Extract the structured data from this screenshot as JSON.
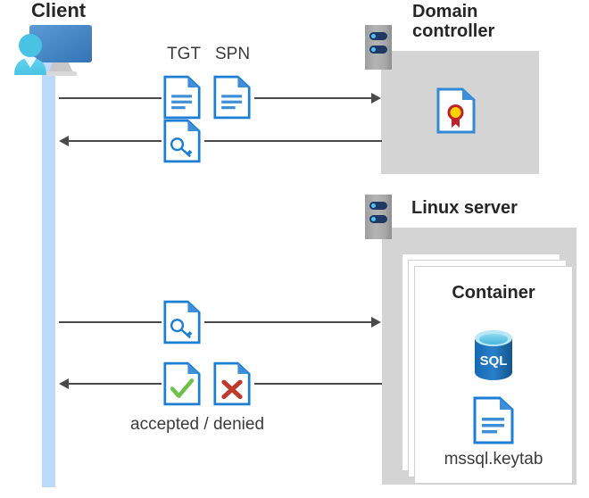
{
  "diagram": {
    "title": "Kerberos authentication flow between Client, Domain controller and Linux server container",
    "colors": {
      "lifeline": "#bcdafb",
      "host_box": "#d4d4d4",
      "doc_border": "#1c7fd4",
      "doc_fold": "#3f8fd8",
      "arrow": "#4a4a4a",
      "server_bar": "#203864",
      "server_dot": "#4fc3f7",
      "sql_blue": "#1f6fb5",
      "check_green": "#70c14c",
      "cross_red": "#c0392b",
      "seal_red": "#c0202a",
      "seal_yellow": "#ffd200",
      "title_text": "#262626",
      "label_text": "#3b3b3b"
    }
  },
  "client": {
    "title": "Client",
    "icon": "client-workstation-icon",
    "lifeline": "client-lifeline"
  },
  "domain_controller": {
    "title": "Domain controller",
    "server_icon": "server-rack-icon",
    "certificate_icon": "certificate-document-icon"
  },
  "linux_server": {
    "title": "Linux server",
    "server_icon": "server-rack-icon",
    "container": {
      "title": "Container",
      "database_icon": "sql-database-icon",
      "database_label": "SQL",
      "keytab_icon": "document-lines-icon",
      "keytab_label": "mssql.keytab",
      "stack_count": 3
    }
  },
  "messages": [
    {
      "id": "msg-1",
      "direction": "right",
      "from": "client",
      "to": "domain-controller",
      "labels": [
        "TGT",
        "SPN"
      ],
      "icons": [
        "document-lines-icon",
        "document-lines-icon"
      ]
    },
    {
      "id": "msg-2",
      "direction": "left",
      "from": "domain-controller",
      "to": "client",
      "labels": [],
      "icons": [
        "document-key-icon"
      ]
    },
    {
      "id": "msg-3",
      "direction": "right",
      "from": "client",
      "to": "linux-server",
      "labels": [],
      "icons": [
        "document-key-icon"
      ]
    },
    {
      "id": "msg-4",
      "direction": "left",
      "from": "linux-server",
      "to": "client",
      "labels": [
        "accepted / denied"
      ],
      "icons": [
        "document-check-icon",
        "document-cross-icon"
      ]
    }
  ],
  "labels": {
    "tgt": "TGT",
    "spn": "SPN",
    "accepted_denied": "accepted / denied"
  }
}
